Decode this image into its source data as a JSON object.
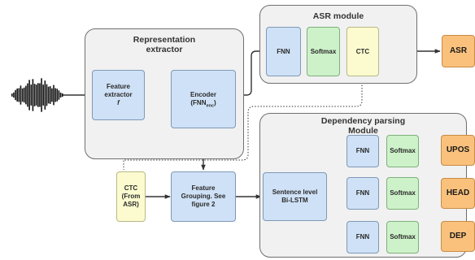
{
  "groups": {
    "asr": {
      "title": "ASR module"
    },
    "rep": {
      "title_line1": "Representation",
      "title_line2": "extractor"
    },
    "dep": {
      "title_line1": "Dependency parsing",
      "title_line2": "Module"
    }
  },
  "boxes": {
    "feature_extractor": {
      "line1": "Feature",
      "line2": "extractor",
      "line3": "f"
    },
    "encoder": {
      "line1": "Encoder",
      "line2_main": "(FNN",
      "line2_sub": "enc",
      "line2_end": ")"
    },
    "asr_fnn": "FNN",
    "asr_softmax": "Softmax",
    "asr_ctc": "CTC",
    "asr_output": "ASR",
    "ctc_from_asr": {
      "line1": "CTC",
      "line2": "(From",
      "line3": "ASR)"
    },
    "feature_grouping": {
      "line1": "Feature",
      "line2": "Grouping. See",
      "line3": "figure 2"
    },
    "bilstm": {
      "line1": "Sentence level",
      "line2": "Bi-LSTM"
    },
    "branches": [
      {
        "fnn": "FNN",
        "softmax": "Softmax",
        "output": "UPOS"
      },
      {
        "fnn": "FNN",
        "softmax": "Softmax",
        "output": "HEAD"
      },
      {
        "fnn": "FNN",
        "softmax": "Softmax",
        "output": "DEP"
      }
    ]
  },
  "colors": {
    "model_block": "#cfe1f6",
    "softmax_block": "#cdf2c9",
    "ctc_block": "#fbfbcf",
    "output_block": "#f9c17c",
    "group_background": "#f1f1f2"
  }
}
